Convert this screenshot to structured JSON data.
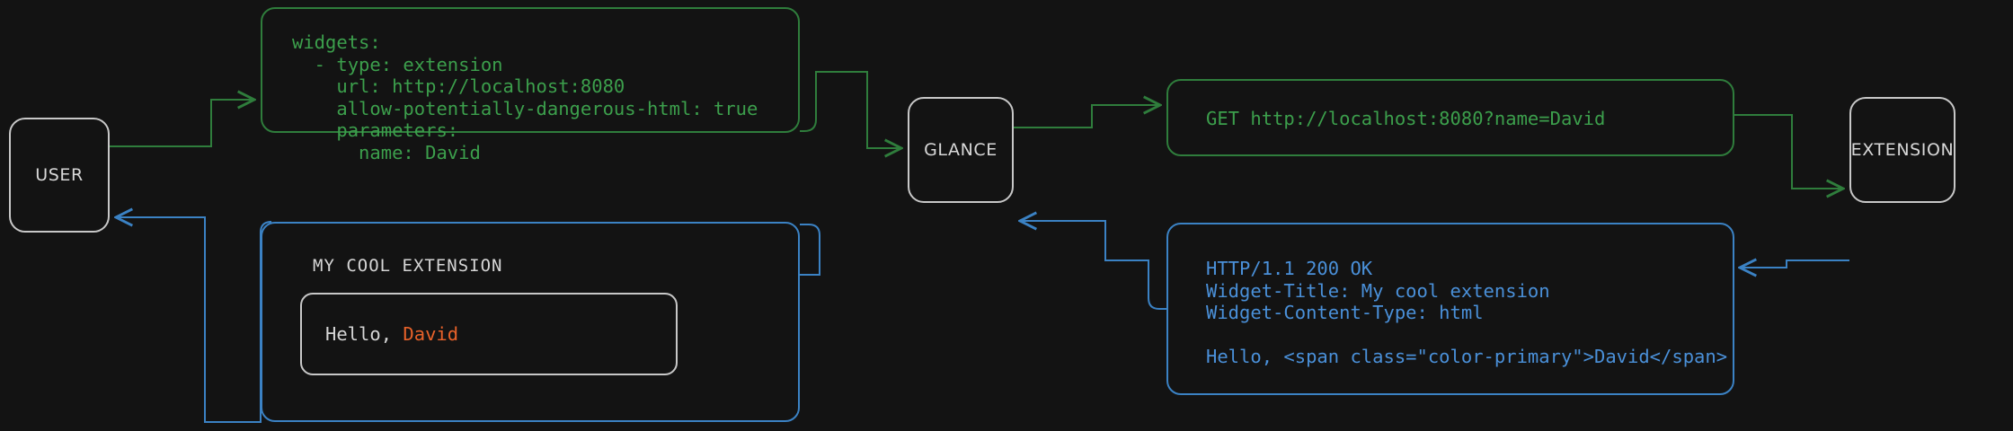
{
  "diagram": {
    "title": "Glance extension request flow",
    "background_color": "#131313",
    "colors": {
      "request_green": "#3c9f4c",
      "response_blue": "#4a90d9",
      "node_border": "#c8c8c8",
      "node_text": "#d8d8d8",
      "accent_orange": "#e8622a"
    }
  },
  "nodes": {
    "user": {
      "label": "USER"
    },
    "glance": {
      "label": "GLANCE"
    },
    "extension": {
      "label": "EXTENSION"
    }
  },
  "panels": {
    "yaml_config": {
      "color": "#3c9f4c",
      "text": "widgets:\n  - type: extension\n    url: http://localhost:8080\n    allow-potentially-dangerous-html: true\n    parameters:\n      name: David"
    },
    "http_request": {
      "color": "#3c9f4c",
      "text": "GET http://localhost:8080?name=David"
    },
    "http_response": {
      "color": "#4a90d9",
      "text": "HTTP/1.1 200 OK\nWidget-Title: My cool extension\nWidget-Content-Type: html\n\nHello, <span class=\"color-primary\">David</span>"
    },
    "rendered_widget": {
      "color": "#4a90d9",
      "title": "MY COOL EXTENSION",
      "greeting_prefix": "Hello, ",
      "greeting_name": "David"
    }
  }
}
